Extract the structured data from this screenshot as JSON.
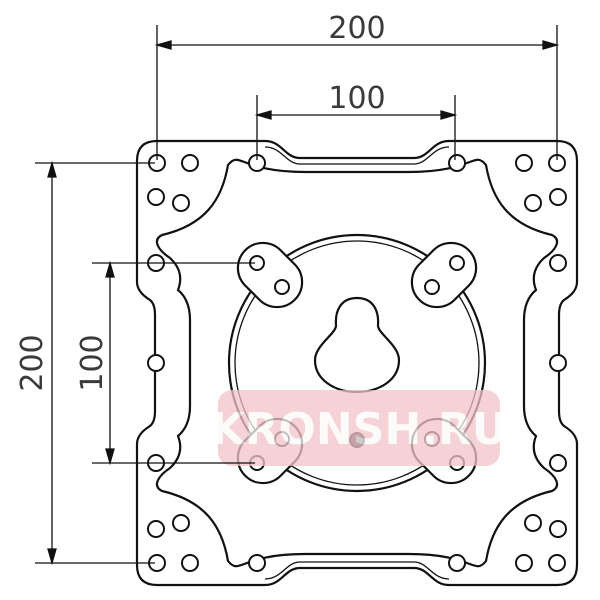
{
  "dimensions": {
    "top_outer": "200",
    "top_inner": "100",
    "left_outer": "200",
    "left_inner": "100"
  },
  "watermark": "KRONSH.RU",
  "colors": {
    "line": "#111111",
    "dimension_text": "#3a3a3a",
    "watermark_bg": "#f2c4c8"
  }
}
